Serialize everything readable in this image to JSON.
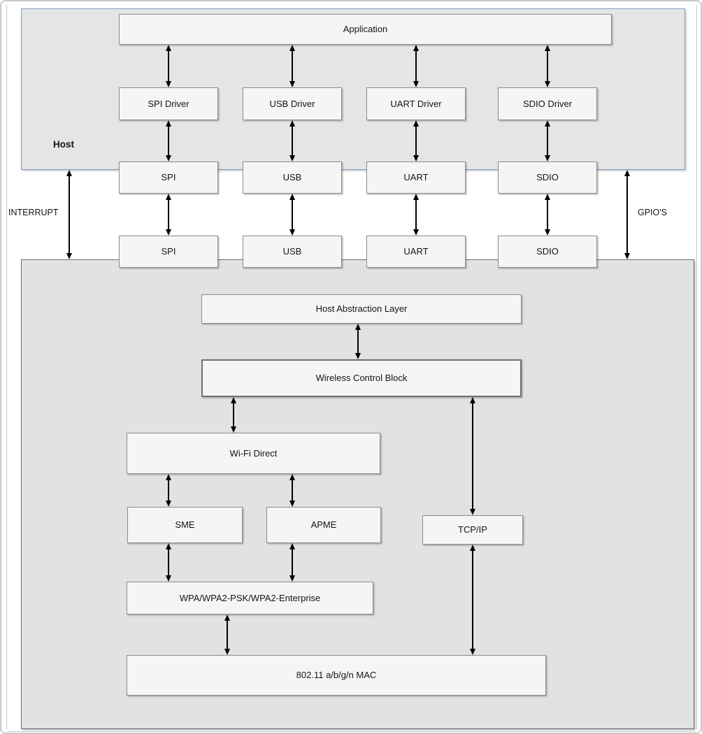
{
  "host_section": {
    "label": "Host",
    "application": "Application",
    "drivers": [
      "SPI Driver",
      "USB Driver",
      "UART Driver",
      "SDIO Driver"
    ],
    "host_interfaces": [
      "SPI",
      "USB",
      "UART",
      "SDIO"
    ]
  },
  "bus_labels": {
    "interrupt": "INTERRUPT",
    "gpios": "GPIO'S"
  },
  "wireless_section": {
    "device_interfaces": [
      "SPI",
      "USB",
      "UART",
      "SDIO"
    ],
    "host_abstraction_layer": "Host Abstraction Layer",
    "wireless_control_block": "Wireless Control Block",
    "wifi_direct": "Wi-Fi Direct",
    "sme": "SME",
    "apme": "APME",
    "tcpip": "TCP/IP",
    "wpa": "WPA/WPA2-PSK/WPA2-Enterprise",
    "mac": "802.11 a/b/g/n MAC"
  },
  "colors": {
    "host_fill": "#e5e5e5",
    "host_border": "#7f9bbf",
    "wireless_fill": "#e2e2e2",
    "wireless_border": "#6b6b6b",
    "box_fill": "#f5f5f5",
    "box_border": "#8c8c8c",
    "arrow": "#000000",
    "frame_border": "#c9c9c9"
  }
}
